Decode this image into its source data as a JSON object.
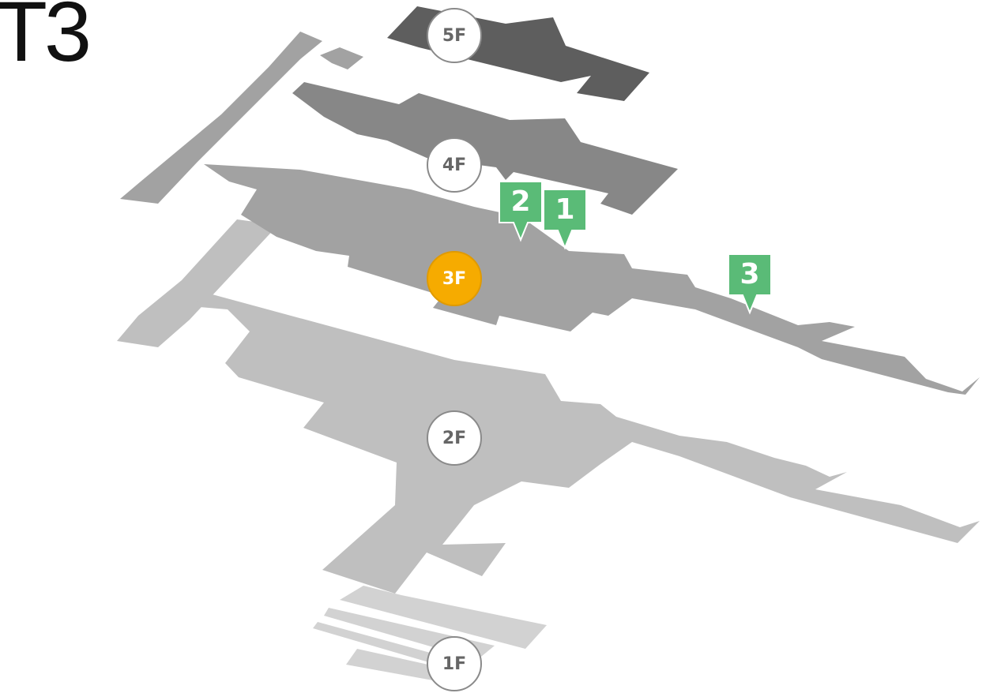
{
  "terminal": {
    "name": "T3"
  },
  "floors": [
    {
      "label": "5F",
      "active": false
    },
    {
      "label": "4F",
      "active": false
    },
    {
      "label": "3F",
      "active": true
    },
    {
      "label": "2F",
      "active": false
    },
    {
      "label": "1F",
      "active": false
    }
  ],
  "markers": [
    {
      "label": "1"
    },
    {
      "label": "2"
    },
    {
      "label": "3"
    }
  ],
  "colors": {
    "floor_5f": "#5e5e5e",
    "floor_4f": "#878787",
    "floor_3f": "#a2a2a2",
    "floor_2f": "#bfbfbf",
    "floor_1f": "#d2d2d2",
    "active_floor": "#f6ab00",
    "marker": "#5abb77"
  }
}
